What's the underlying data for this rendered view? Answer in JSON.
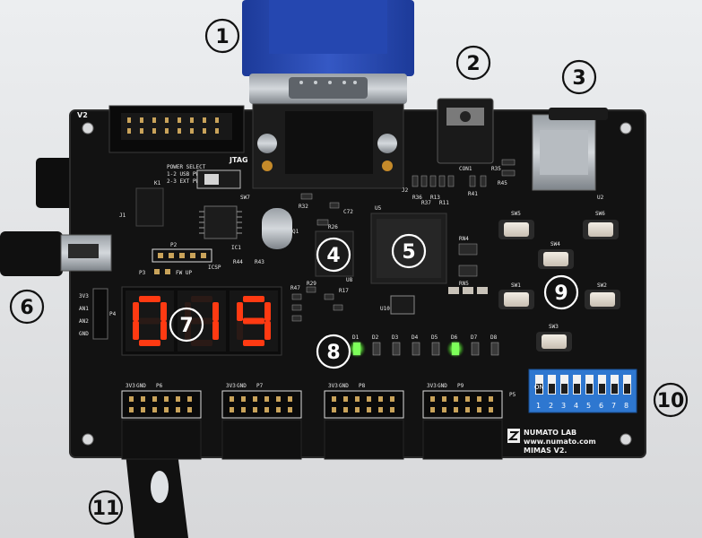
{
  "callouts": [
    "1",
    "2",
    "3",
    "4",
    "5",
    "6",
    "7",
    "8",
    "9",
    "10",
    "11"
  ],
  "seven_segment": {
    "digits": [
      "0",
      "1",
      "9"
    ],
    "color": "#ff3a12"
  },
  "board_silkscreen": {
    "brand_line1": "NUMATO LAB",
    "brand_line2": "www.numato.com",
    "brand_line3": "MIMAS V2.",
    "version": "V2",
    "jtag": "JTAG",
    "power_select": "POWER SELECT",
    "power_opt1": "1-2 USB PWR",
    "power_opt2": "2-3 EXT PWR",
    "icsp": "ICSP",
    "fw_up": "FW UP",
    "header_p2": "P2",
    "header_p3": "P3",
    "header_p4": "P4",
    "header_p5": "P5",
    "headers": [
      "P6",
      "P7",
      "P8",
      "P9"
    ],
    "pin_3v3": "3V3",
    "pin_gnd": "GND",
    "p4_pins": [
      "3V3",
      "AN1",
      "AN2",
      "GND"
    ],
    "led_labels": [
      "D1",
      "D2",
      "D3",
      "D4",
      "D5",
      "D6",
      "D7",
      "D8"
    ],
    "switch_labels": [
      "SW1",
      "SW2",
      "SW3",
      "SW4",
      "SW5",
      "SW6"
    ],
    "sw7": "SW7",
    "dip_on": "ON",
    "dip_numbers": [
      "1",
      "2",
      "3",
      "4",
      "5",
      "6",
      "7",
      "8"
    ],
    "u5": "U5",
    "u8": "U8",
    "u10": "U10",
    "ic1": "IC1",
    "q1": "Q1",
    "k1": "K1",
    "j1": "J1",
    "j2": "J2",
    "con1": "CON1",
    "u2": "U2",
    "resistors": [
      "R32",
      "C72",
      "R26",
      "R29",
      "R47",
      "R44",
      "R43",
      "R17",
      "RN4",
      "RN5",
      "R36",
      "R37",
      "R13",
      "R11",
      "R35",
      "R41",
      "R45"
    ]
  },
  "leds_on": [
    1,
    6
  ],
  "colors": {
    "pcb": "#141414",
    "silkscreen": "#eaeaea",
    "vga_blue": "#2a4bb0",
    "led_green": "#7dff5a",
    "dip_blue": "#2e77d0",
    "callout_bg": "#ffffff"
  }
}
